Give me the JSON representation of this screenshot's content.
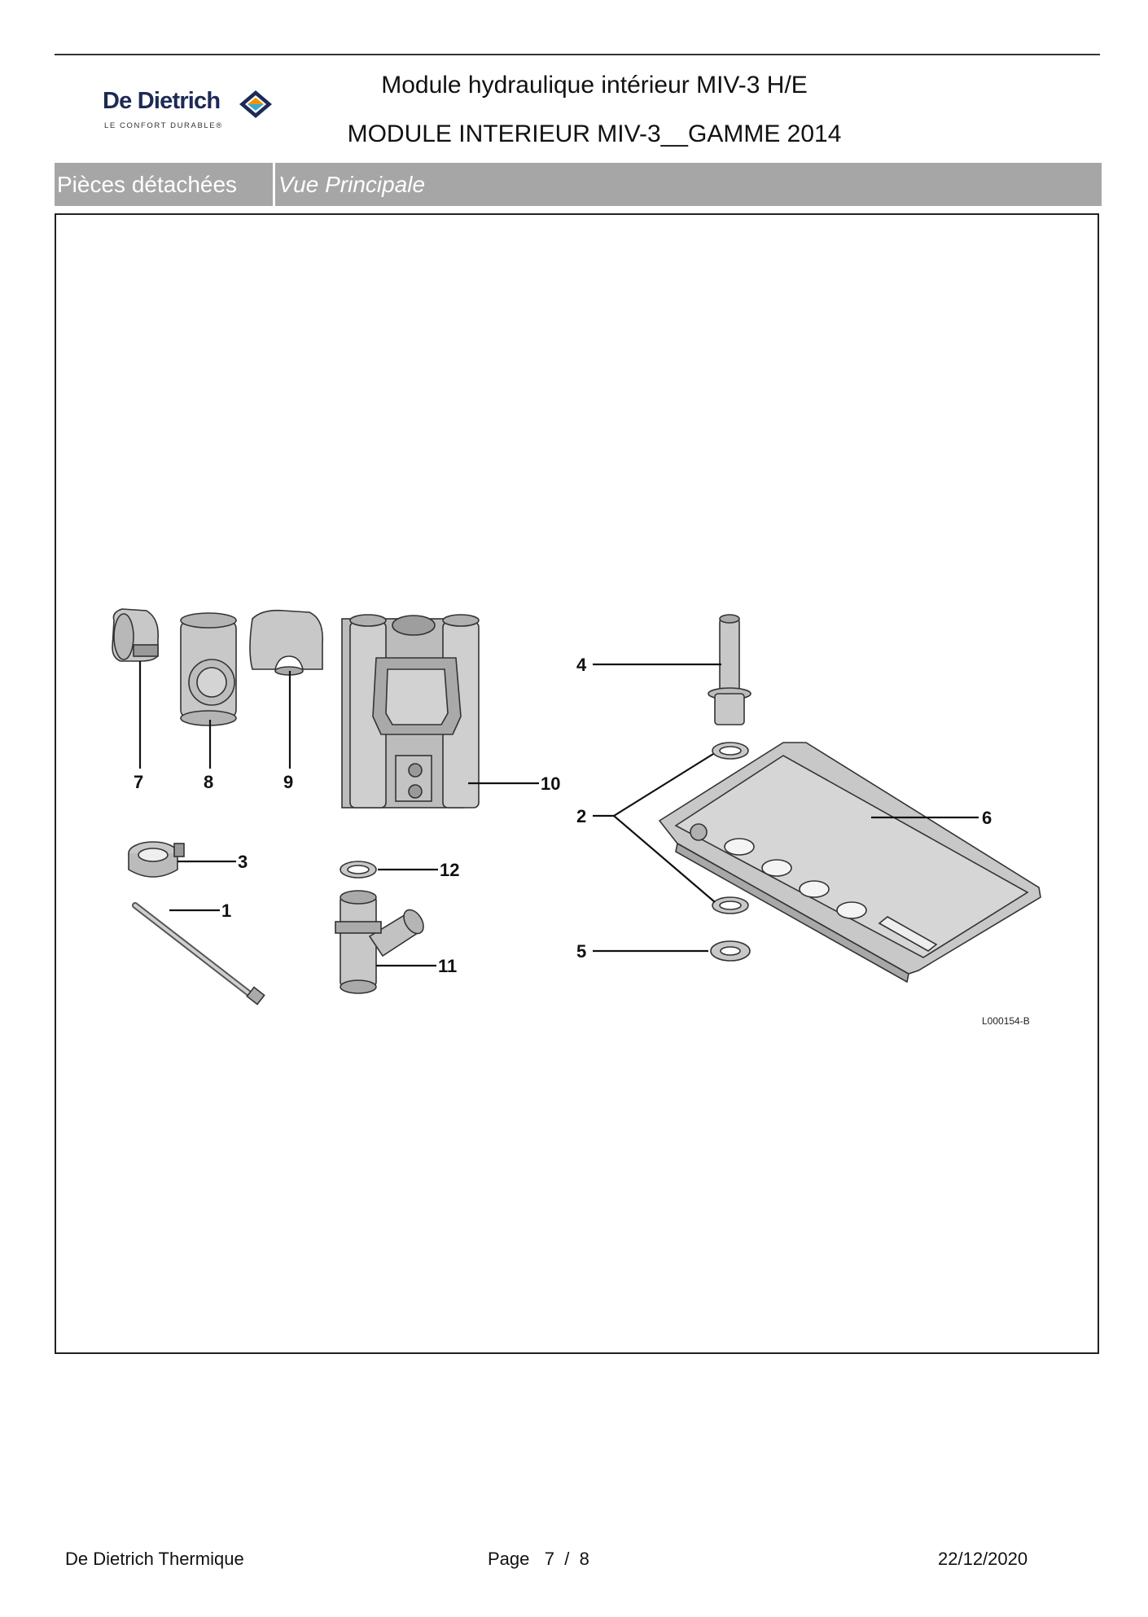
{
  "header": {
    "brand": "De Dietrich",
    "brand_tagline": "LE CONFORT DURABLE®",
    "logo_icon": "diamond-logo-icon",
    "title": "Module hydraulique intérieur MIV-3 H/E",
    "subtitle": "MODULE INTERIEUR MIV-3__GAMME 2014"
  },
  "section_bar": {
    "left": "Pièces détachées",
    "right": "Vue Principale"
  },
  "diagram": {
    "callouts": [
      "7",
      "8",
      "9",
      "10",
      "3",
      "12",
      "1",
      "11",
      "4",
      "2",
      "6",
      "5"
    ],
    "reference": "L000154-B"
  },
  "footer": {
    "company": "De Dietrich Thermique",
    "page_label": "Page",
    "page_current": "7",
    "page_sep": "/",
    "page_total": "8",
    "date": "22/12/2020"
  },
  "colors": {
    "bar": "#a6a6a6",
    "brand_blue": "#1d2a55",
    "brand_orange": "#f39200",
    "brand_lightblue": "#3aa8d8"
  }
}
